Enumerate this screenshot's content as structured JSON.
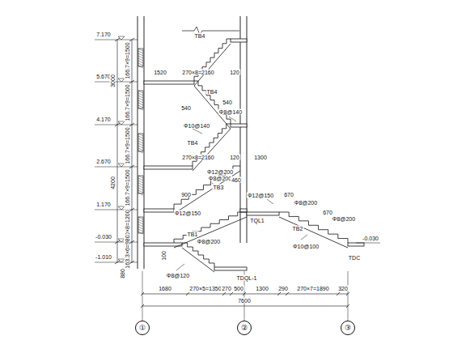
{
  "diagram": {
    "nodes": [
      {
        "text": [
          "①"
        ]
      },
      {
        "text": [
          "②"
        ]
      },
      {
        "text": [
          "③"
        ]
      }
    ],
    "labels": [
      "7.170",
      "5.670",
      "4.170",
      "2.670",
      "1.170",
      "-0.030",
      "-1.010",
      "3000",
      "4200",
      "166.7×9=1500",
      "166.7×9=1500",
      "166.7×9=1500",
      "166.7×9=1500",
      "150×8=1200",
      "163.3×6=980",
      "880",
      "TB4",
      "1520",
      "270×8=2160",
      "120",
      "TB4",
      "540",
      "540",
      "Φ8@140",
      "Φ10@140",
      "TB4",
      "270×8=2160",
      "120",
      "1300",
      "Φ12@200",
      "Φ8@200",
      "900",
      "TB3",
      "460",
      "Φ12@150",
      "Φ12@150",
      "670",
      "Φ8@200",
      "TQL1",
      "TB2",
      "670",
      "Φ8@200",
      "Φ10@100",
      "-0.030",
      "TB1",
      "Φ8@200",
      "Φ8@120",
      "100",
      "TDQL-1",
      "TDC",
      "1680",
      "270×5=1350",
      "270",
      "500",
      "1300",
      "290",
      "270×7=1890",
      "320",
      "7600"
    ]
  }
}
